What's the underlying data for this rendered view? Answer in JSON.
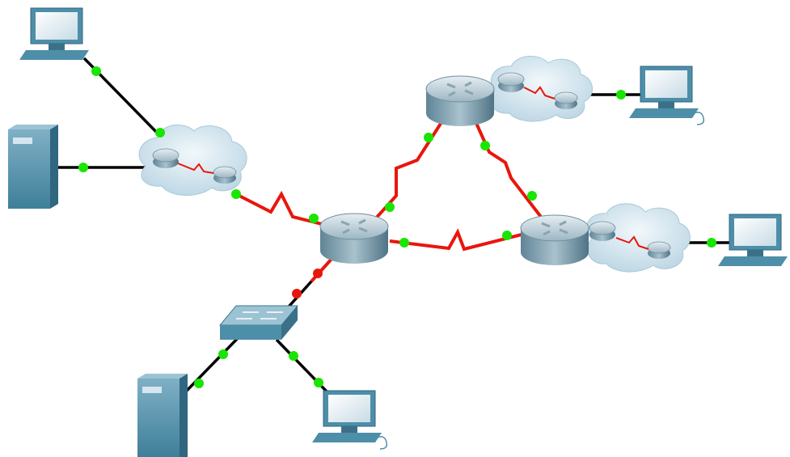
{
  "diagram": {
    "nodes": [
      {
        "id": "pc1",
        "type": "pc"
      },
      {
        "id": "server1",
        "type": "server"
      },
      {
        "id": "cloud1",
        "type": "cloud"
      },
      {
        "id": "router-center",
        "type": "router"
      },
      {
        "id": "router-top",
        "type": "router"
      },
      {
        "id": "cloud-top",
        "type": "cloud"
      },
      {
        "id": "pc-top-right",
        "type": "pc"
      },
      {
        "id": "router-right",
        "type": "router"
      },
      {
        "id": "cloud-right",
        "type": "cloud"
      },
      {
        "id": "pc-right",
        "type": "pc"
      },
      {
        "id": "switch1",
        "type": "switch"
      },
      {
        "id": "server2",
        "type": "server"
      },
      {
        "id": "pc-bottom",
        "type": "pc"
      }
    ],
    "links": [
      {
        "from": "pc1",
        "to": "cloud1",
        "type": "ethernet",
        "status": "up"
      },
      {
        "from": "server1",
        "to": "cloud1",
        "type": "ethernet",
        "status": "up"
      },
      {
        "from": "cloud1",
        "to": "router-center",
        "type": "serial",
        "status": "up"
      },
      {
        "from": "router-center",
        "to": "router-top",
        "type": "serial",
        "status": "up"
      },
      {
        "from": "router-center",
        "to": "router-right",
        "type": "serial",
        "status": "up"
      },
      {
        "from": "router-top",
        "to": "router-right",
        "type": "serial",
        "status": "up"
      },
      {
        "from": "cloud-top",
        "to": "pc-top-right",
        "type": "ethernet",
        "status": "up"
      },
      {
        "from": "cloud-right",
        "to": "pc-right",
        "type": "ethernet",
        "status": "up"
      },
      {
        "from": "router-center",
        "to": "switch1",
        "type": "ethernet",
        "status": "down"
      },
      {
        "from": "switch1",
        "to": "server2",
        "type": "ethernet",
        "status": "up"
      },
      {
        "from": "switch1",
        "to": "pc-bottom",
        "type": "ethernet",
        "status": "up"
      }
    ],
    "colors": {
      "ethernet": "#000000",
      "serial": "#e8160c",
      "port_up": "#18e600",
      "port_down": "#e8160c",
      "router_body": "#7fa3b3",
      "device_body": "#4d8ea8",
      "cloud": "#cfe3ee"
    }
  }
}
